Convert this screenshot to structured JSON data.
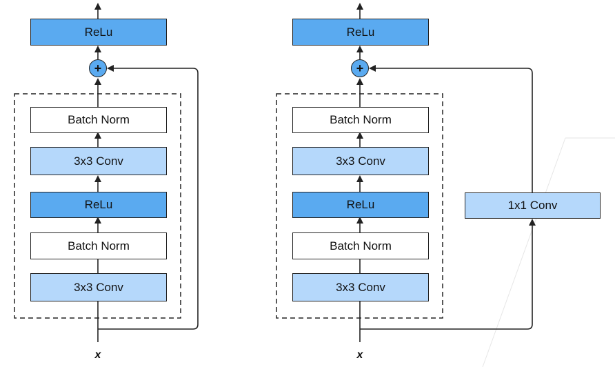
{
  "left_block": {
    "top_relu": "ReLu",
    "add_symbol": "+",
    "layers": [
      "Batch Norm",
      "3x3 Conv",
      "ReLu",
      "Batch Norm",
      "3x3 Conv"
    ],
    "input_label": "x"
  },
  "right_block": {
    "top_relu": "ReLu",
    "add_symbol": "+",
    "layers": [
      "Batch Norm",
      "3x3 Conv",
      "ReLu",
      "Batch Norm",
      "3x3 Conv"
    ],
    "shortcut": "1x1 Conv",
    "input_label": "x"
  },
  "colors": {
    "relu": "#5aaaf0",
    "conv": "#b5d8fb",
    "batch_norm": "#ffffff",
    "line": "#222222"
  }
}
